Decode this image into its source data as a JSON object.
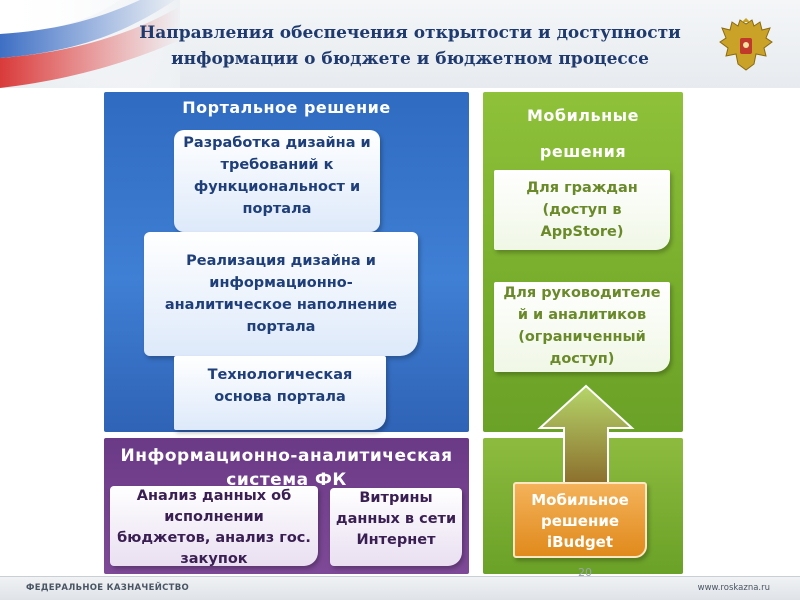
{
  "header": {
    "title": "Направления обеспечения открытости и доступности информации о бюджете и бюджетном процессе"
  },
  "portal": {
    "heading": "Портальное решение",
    "box1": "Разработка дизайна и требований к функциональност и портала",
    "box2": "Реализация дизайна и информационно-аналитическое наполнение портала",
    "box3": "Технологическая основа портала"
  },
  "mobile": {
    "heading": "Мобильные решения",
    "box1": "Для граждан (доступ в AppStore)",
    "box2": "Для руководителе й и аналитиков (ограниченный доступ)",
    "ibudget": "Мобильное решение iBudget"
  },
  "is": {
    "heading": "Информационно-аналитическая система ФК",
    "box1": "Анализ данных об исполнении бюджетов, анализ гос. закупок",
    "box2": "Витрины данных в сети Интернет"
  },
  "footer": {
    "left": "ФЕДЕРАЛЬНОЕ КАЗНАЧЕЙСТВО",
    "right": "www.roskazna.ru",
    "page": "20"
  },
  "colors": {
    "title": "#1f3a6e",
    "portal": "#3f7fd4",
    "mobile": "#77ad2c",
    "is": "#7e4a98",
    "ibudget": "#e08a1c"
  },
  "icons": {
    "emblem": "double-headed-eagle-emblem",
    "flag": "russian-flag-wave",
    "arrow": "up-arrow"
  }
}
